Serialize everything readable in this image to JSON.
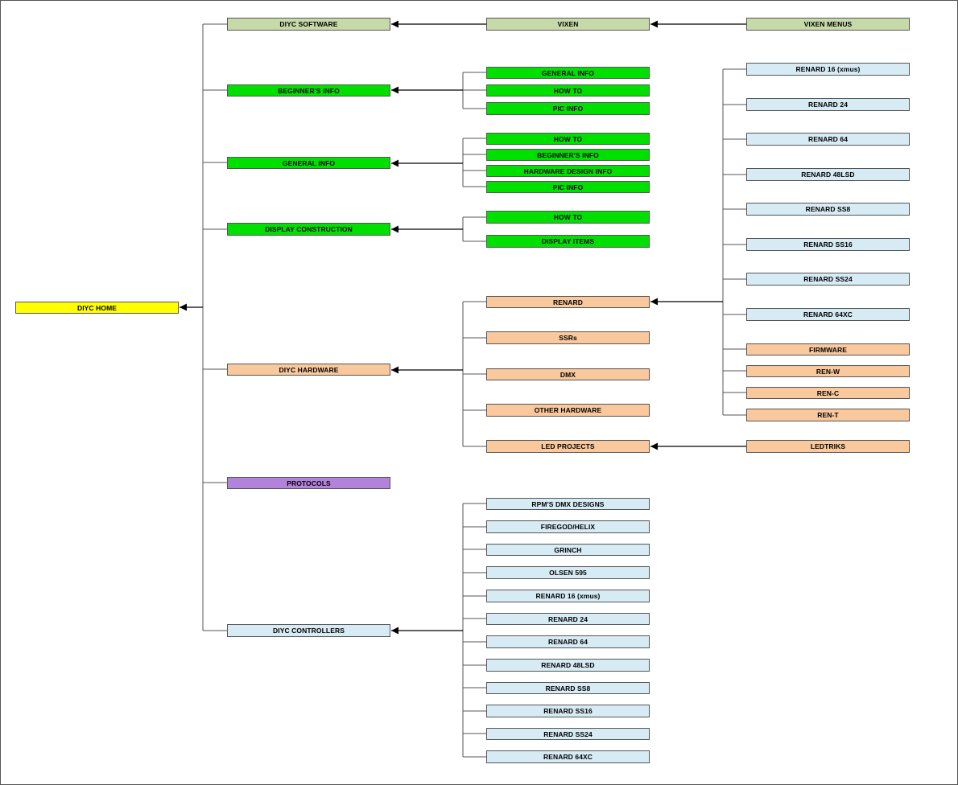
{
  "colors": {
    "yellow": "#ffff00",
    "sage": "#c6d9a8",
    "green": "#00e000",
    "peach": "#f9c89c",
    "blue": "#d6ebf4",
    "purple": "#b383dc",
    "line": "#555555"
  },
  "nodes": {
    "home": "DIYC HOME",
    "software": "DIYC SOFTWARE",
    "vixen": "VIXEN",
    "vixen_menus": "VIXEN MENUS",
    "beginners": "BEGINNER'S INFO",
    "beg_general": "GENERAL INFO",
    "beg_howto": "HOW TO",
    "beg_pic": "PIC INFO",
    "general": "GENERAL INFO",
    "gen_howto": "HOW TO",
    "gen_beginners": "BEGINNER'S INFO",
    "gen_hwdesign": "HARDWARE DESIGN INFO",
    "gen_pic": "PIC INFO",
    "display": "DISPLAY CONSTRUCTION",
    "disp_howto": "HOW TO",
    "disp_items": "DISPLAY ITEMS",
    "hardware": "DIYC HARDWARE",
    "hw_renard": "RENARD",
    "hw_ssrs": "SSRs",
    "hw_dmx": "DMX",
    "hw_other": "OTHER HARDWARE",
    "hw_led": "LED PROJECTS",
    "ledtriks": "LEDTRIKS",
    "protocols": "PROTOCOLS",
    "controllers": "DIYC CONTROLLERS",
    "renard_children": [
      "RENARD 16 (xmus)",
      "RENARD 24",
      "RENARD 64",
      "RENARD 48LSD",
      "RENARD SS8",
      "RENARD SS16",
      "RENARD SS24",
      "RENARD 64XC",
      "FIRMWARE",
      "REN-W",
      "REN-C",
      "REN-T"
    ],
    "controller_children": [
      "RPM'S DMX DESIGNS",
      "FIREGOD/HELIX",
      "GRINCH",
      "OLSEN 595",
      "RENARD 16 (xmus)",
      "RENARD 24",
      "RENARD 64",
      "RENARD 48LSD",
      "RENARD SS8",
      "RENARD SS16",
      "RENARD SS24",
      "RENARD 64XC"
    ]
  }
}
